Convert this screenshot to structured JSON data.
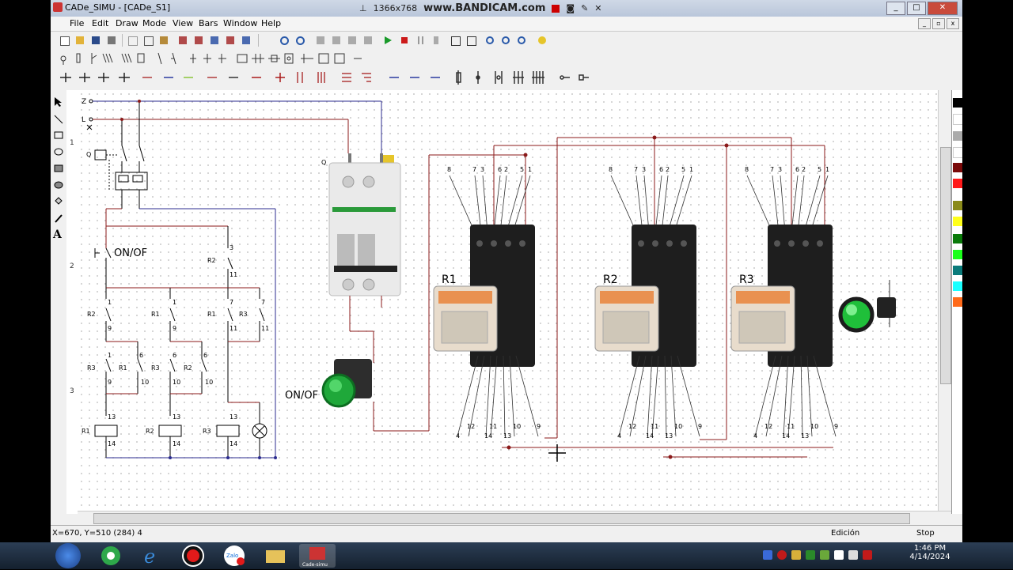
{
  "window": {
    "title": "CADe_SIMU - [CADe_S1]",
    "controls": {
      "min": "_",
      "max": "□",
      "close": "✕"
    }
  },
  "recorder": {
    "resolution": "1366x768",
    "brand": "www.BANDICAM.com"
  },
  "menu": [
    "File",
    "Edit",
    "Draw",
    "Mode",
    "View",
    "Bars",
    "Window",
    "Help"
  ],
  "ruler": {
    "marks": [
      "1",
      "2",
      "3"
    ]
  },
  "schematic": {
    "supply_top": "Z",
    "supply_bottom": "L",
    "breaker_label": "Q",
    "pushbutton_label": "ON/OF",
    "relays": [
      "R1",
      "R2",
      "R3"
    ],
    "contact_numbers": {
      "a": "1",
      "b": "9",
      "c": "6",
      "d": "10",
      "e": "3",
      "f": "11",
      "g": "7",
      "h": "13",
      "i": "14"
    }
  },
  "wiring": {
    "breaker_label": "Q",
    "pushbutton_label": "ON/OF",
    "relay_labels": [
      "R1",
      "R2",
      "R3"
    ],
    "top_pins": [
      "8",
      "7",
      "3",
      "6",
      "2",
      "5",
      "1"
    ],
    "bottom_pins": [
      "4",
      "12",
      "14",
      "11",
      "13",
      "10",
      "9"
    ]
  },
  "status": {
    "coords": "X=670, Y=510 (284) 4",
    "mode": "Edición",
    "sim": "Stop"
  },
  "clock": {
    "time": "1:46 PM",
    "date": "4/14/2024"
  },
  "taskbar": {
    "zalo": "Zalo",
    "cade": "Cade-simu"
  },
  "colors": {
    "red_wire": "#8b1a1a",
    "blue_wire": "#2b2b8f",
    "lamp_green": "#1fbf3a"
  }
}
